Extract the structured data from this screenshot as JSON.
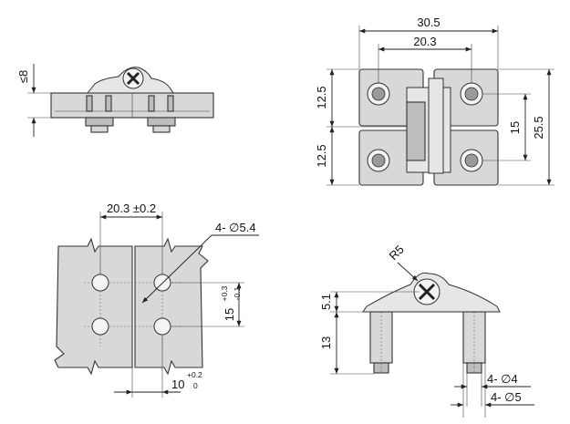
{
  "views": {
    "side_top": {
      "height_max": "≤8"
    },
    "front_top": {
      "overall_width": "30.5",
      "hole_spacing": "20.3",
      "upper_half": "12.5",
      "lower_half": "12.5",
      "hole_vertical": "15",
      "overall_height": "25.5"
    },
    "mounting_cutout": {
      "hole_spacing": "20.3 ±0.2",
      "holes": "4- ∅5.4",
      "vertical_spacing": "15",
      "vertical_tol_plus": "+0.3",
      "vertical_tol_minus": "-0.1",
      "offset": "10",
      "offset_tol_plus": "+0.2",
      "offset_tol_zero": "0"
    },
    "side_bottom": {
      "radius": "R5",
      "knuckle_height": "5.1",
      "pin_length": "13",
      "pin_dia": "4- ∅4",
      "boss_dia": "4- ∅5"
    }
  }
}
